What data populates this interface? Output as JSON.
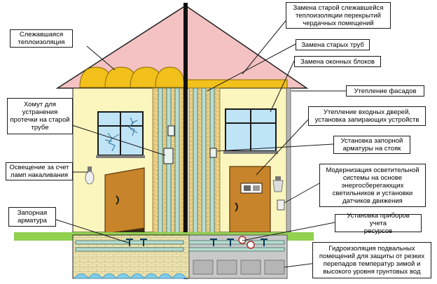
{
  "labels": {
    "old_insulation": "Слежавшаяся\nтеплоизоляция",
    "clamp": "Хомут для\nустранения\nпротечки на старой\nтрубе",
    "lighting_old": "Освещение за счет\nламп накаливания",
    "valves": "Запорная\nарматура",
    "attic": "Замена старой слежавшейся\nтеплоизоляции перекрытий\nчердачных помещений",
    "pipes": "Замена старых труб",
    "windows": "Замена оконных блоков",
    "facade": "Утепление фасадов",
    "doors": "Утепление входных дверей,\nустановка запирающих устройств",
    "riser_valves": "Установка запорной\nарматуры на стояк",
    "lighting_new": "Модернизация осветительной\nсистемы на основе\nэнергосберегающих\nсветильников и установки\nдатчиков движения",
    "meters": "Установка приборов учета\nресурсов",
    "waterproofing": "Гидроизоляция подвальных\nпомещений для защиты от резких\nперепадов температур зимой и\nвысокого уровня грунтовых вод"
  },
  "colors": {
    "roof": "#f4c2c2",
    "wall": "#fbf6bd",
    "brick": "#f0d68c",
    "insulation": "#f2c01a",
    "door": "#c8842a",
    "ground": "#92d050",
    "basement": "#c9c9c9",
    "window_glass": "#bfe4f6",
    "pipe": "#b8dcd0",
    "water": "#7fcbe8"
  }
}
